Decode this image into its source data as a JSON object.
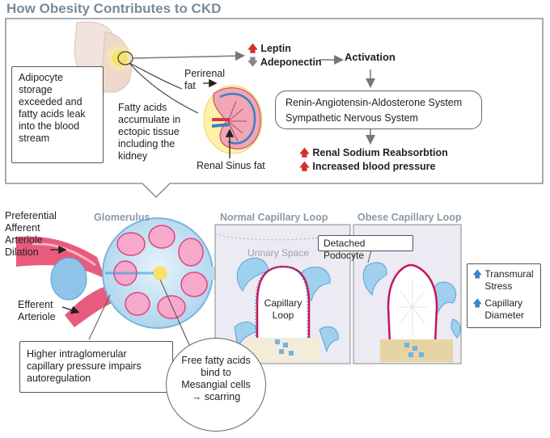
{
  "title": "How Obesity Contributes to CKD",
  "top": {
    "adipocyte_text": "Adipocyte storage exceeded and fatty acids leak into the blood stream",
    "fatty_acids_text": "Fatty acids accumulate in ectopic tissue including the kidney",
    "perirenal_fat": "Perirenal fat",
    "renal_sinus_fat": "Renal Sinus fat",
    "leptin": "Leptin",
    "adeponectin": "Adeponectin",
    "activation": "Activation",
    "systems": [
      "Renin-Angiotensin-Aldosterone System",
      "Sympathetic Nervous System"
    ],
    "effects": [
      "Renal Sodium Reabsorbtion",
      "Increased blood pressure"
    ]
  },
  "bottom": {
    "afferent_label": "Preferential Afferent Arteriole Dilation",
    "efferent_label": "Efferent Arteriole",
    "glomerulus_label": "Glomerulus",
    "normal_loop_label": "Normal Capillary Loop",
    "obese_loop_label": "Obese Capillary Loop",
    "urinary_space": "Urinary Space",
    "capillary_loop": "Capillary Loop",
    "detached_podocyte": "Detached Podocyte",
    "transmural_stress": "Transmural Stress",
    "capillary_diameter": "Capillary Diameter",
    "pressure_text": "Higher intraglomerular capillary pressure impairs autoregulation",
    "free_fatty_text": "Free fatty acids bind to Mesangial cells → scarring"
  },
  "colors": {
    "title": "#7a8c99",
    "frame": "#6f7f8c",
    "arrow_gray": "#777777",
    "up_arrow": "#d0312d",
    "blue_up_arrow": "#3a86c8",
    "glomerulus_blue": "#bcdcf0",
    "mesangial_pink": "#f3a6c8",
    "arteriole_red": "#e0426a",
    "capillary_wall": "#c2185b"
  },
  "icons": [
    "up-arrow-icon",
    "down-arrow-icon",
    "flow-arrow-icon"
  ]
}
